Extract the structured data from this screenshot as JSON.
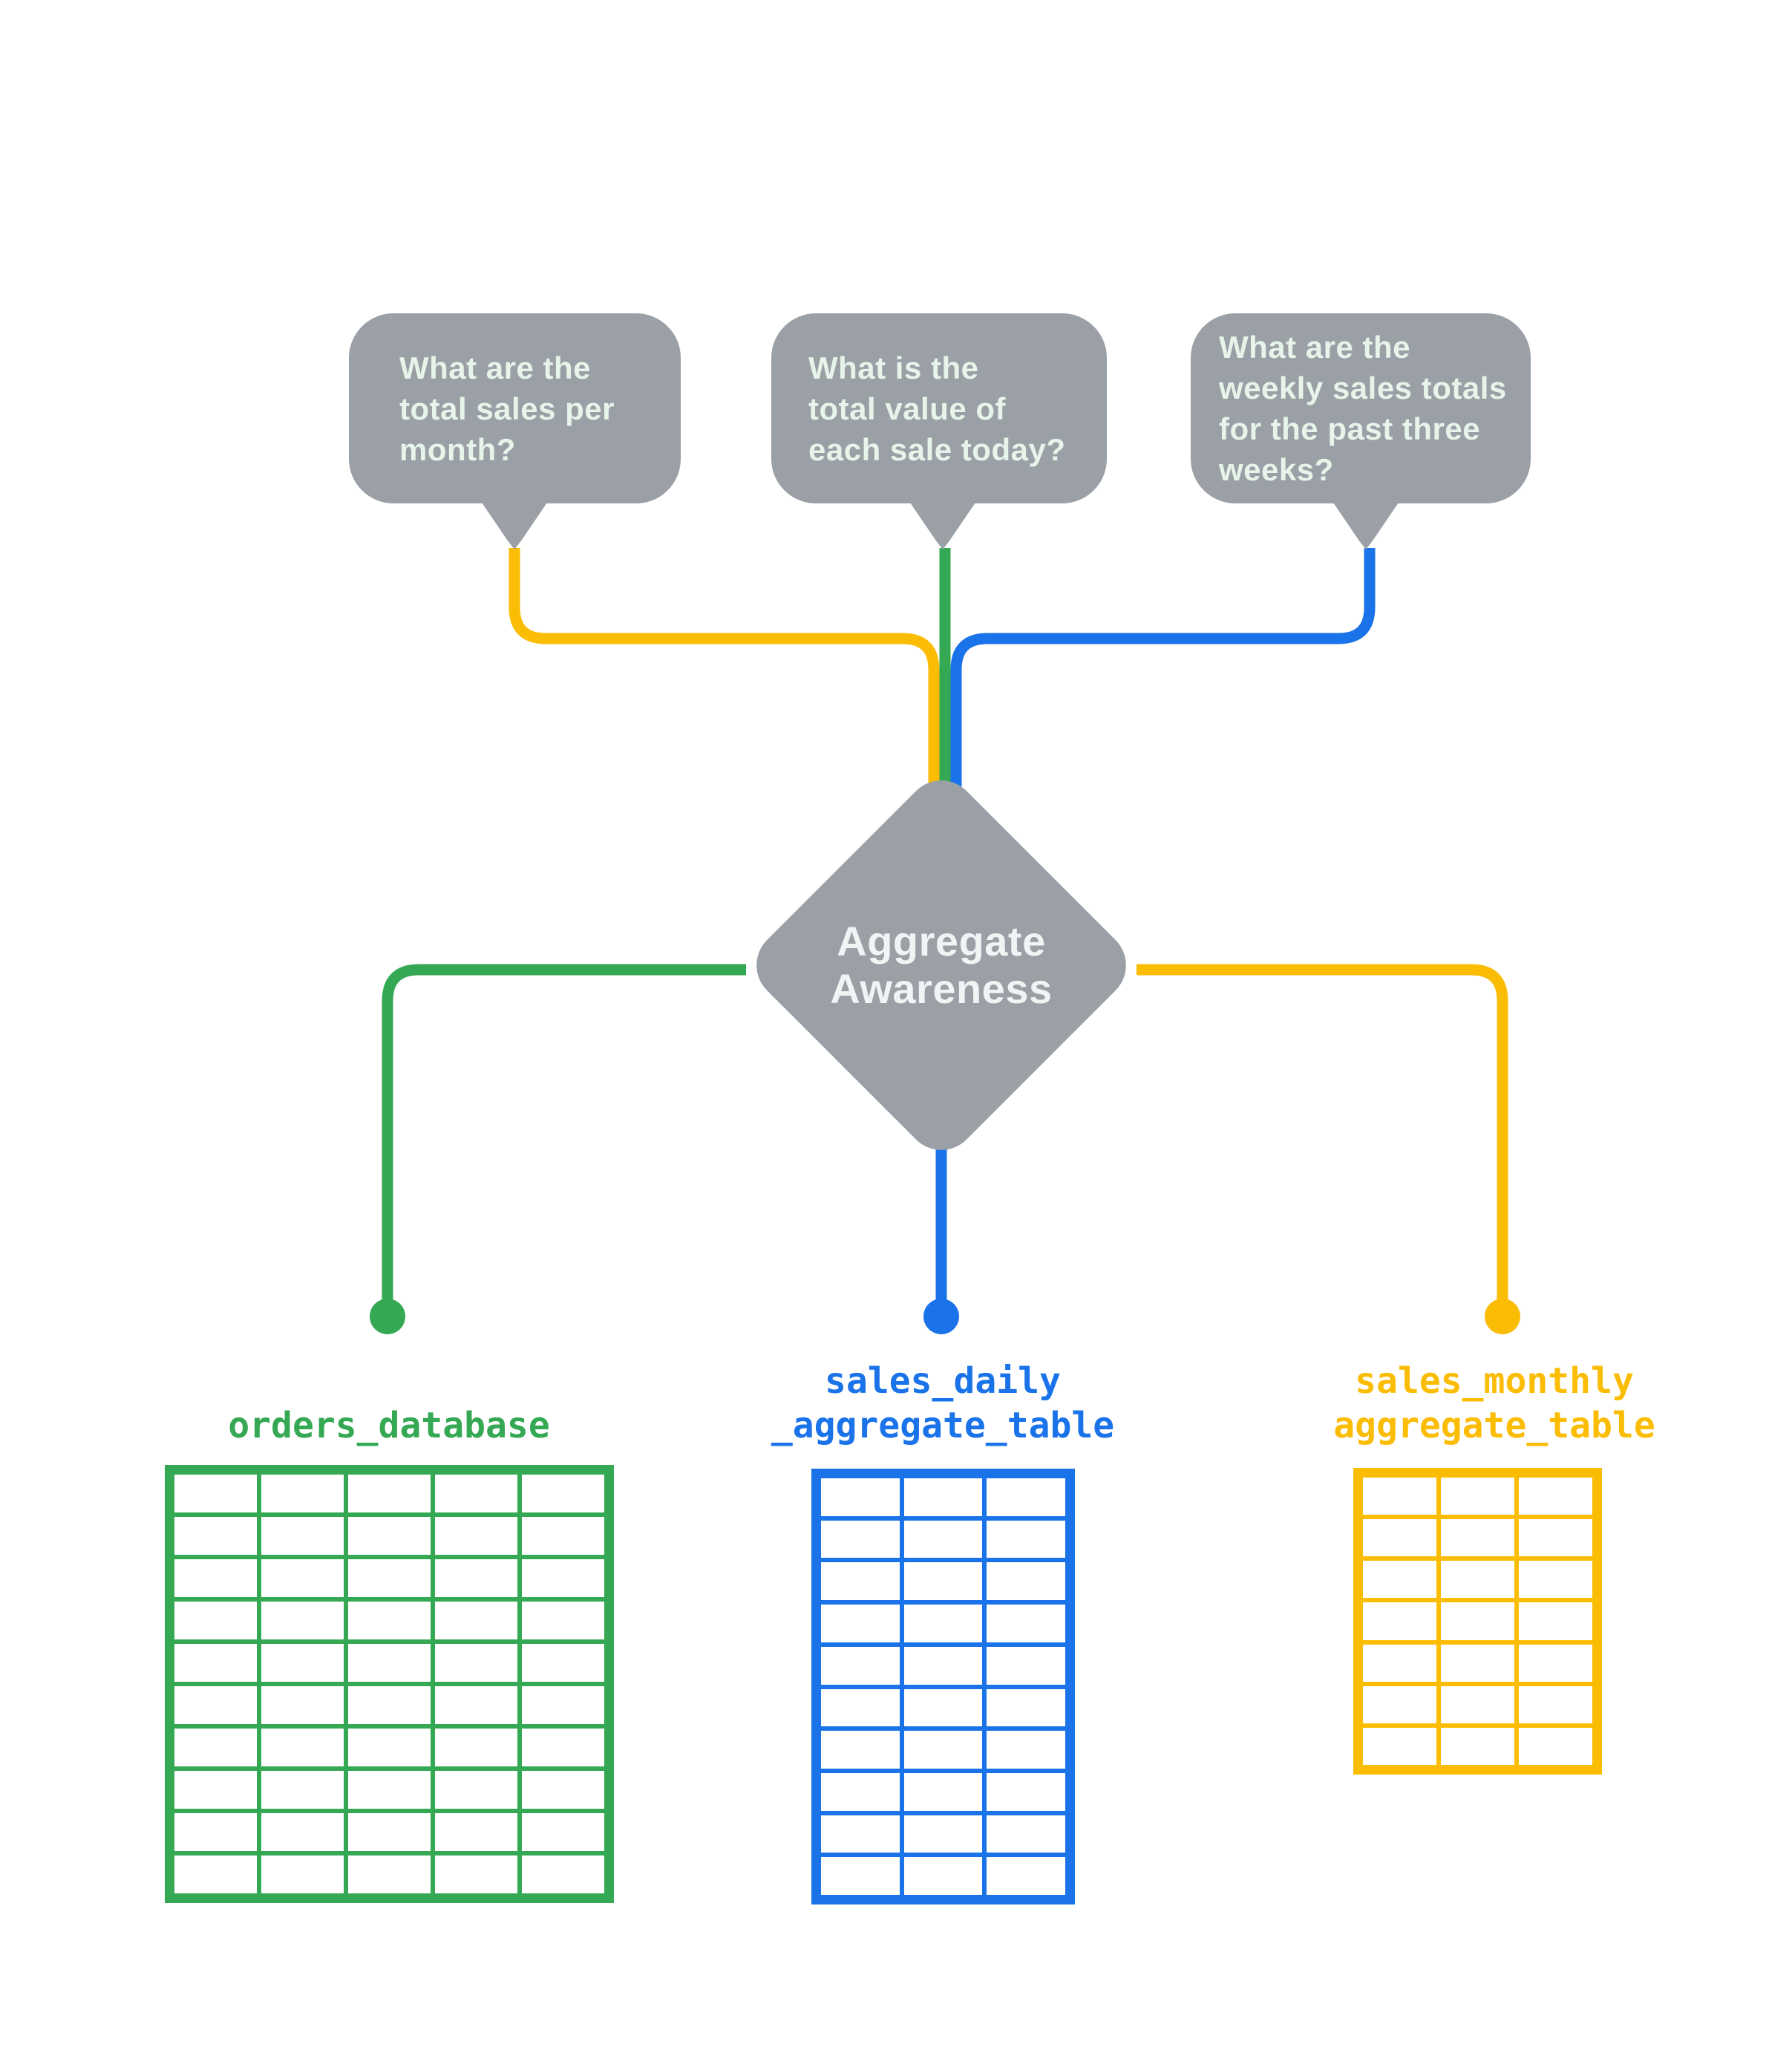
{
  "colors": {
    "green": "#34A853",
    "blue": "#1A73E8",
    "yellow": "#FBBC04",
    "gray": "#9AA0A6",
    "bubble-text": "#E6F4EA",
    "diamond-text": "#F1F3F4",
    "bg": "#FFFFFF"
  },
  "bubbles": [
    {
      "text": "What are the\ntotal sales per\nmonth?",
      "line_color": "#FBBC04"
    },
    {
      "text": "What is the\ntotal value of\neach sale today?",
      "line_color": "#34A853"
    },
    {
      "text": "What are the\nweekly sales totals\nfor the past three\nweeks?",
      "line_color": "#1A73E8"
    }
  ],
  "diamond": {
    "label": "Aggregate\nAwareness"
  },
  "tables": [
    {
      "label": "orders_database",
      "color": "#34A853",
      "columns": 5,
      "rows": 10
    },
    {
      "label": "sales_daily\n_aggregate_table",
      "color": "#1A73E8",
      "columns": 3,
      "rows": 10
    },
    {
      "label": "sales_monthly\naggregate_table",
      "color": "#FBBC04",
      "columns": 3,
      "rows": 7
    }
  ]
}
